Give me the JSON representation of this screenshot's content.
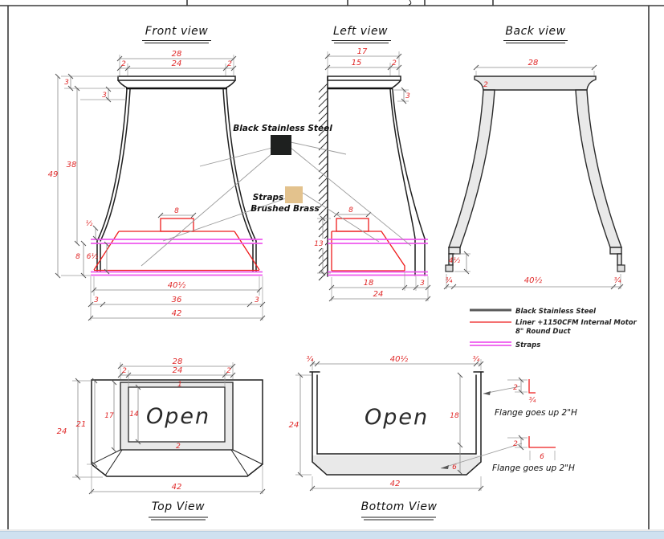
{
  "colors": {
    "steel_swatch": "#1e201f",
    "brass_swatch": "#e3c28d",
    "liner_red": "#ee1c1c",
    "strap_magenta": "#ee58ee",
    "dim_red": "#e02828",
    "gray_fill": "#e9e9e9",
    "taskbar_blue": "#cfe1f0"
  },
  "titles": {
    "front": "Front view",
    "left": "Left view",
    "back": "Back view",
    "top": "Top View",
    "bottom": "Bottom View"
  },
  "materials": {
    "steel": "Black Stainless Steel",
    "straps": "Straps",
    "brass": "Brushed Brass"
  },
  "legend": {
    "steel": "Black Stainless Steel",
    "liner_line1": "Liner +1150CFM Internal Motor",
    "liner_line2": "8\" Round Duct",
    "straps": "Straps"
  },
  "notes": {
    "flange_top": "Flange goes up 2\"H",
    "flange_bottom": "Flange goes up 2\"H"
  },
  "dims": {
    "front": {
      "w_total": "28",
      "w_l": "2",
      "w_c": "24",
      "w_r": "2",
      "crown_h": "3",
      "neck_h": "3",
      "body_h": "38",
      "total_h": "49",
      "strap_t": "½",
      "base_h": "8",
      "base_inner_h": "6½",
      "duct_w": "8",
      "inner_w": "40½",
      "foot_l": "3",
      "mid_w": "36",
      "foot_r": "3",
      "total_w": "42"
    },
    "left": {
      "d_total": "17",
      "d_c": "15",
      "d_r": "2",
      "crown_h": "3",
      "liner_h": "13",
      "duct_w": "8",
      "liner_d": "18",
      "wall_d": "3",
      "total_d": "24"
    },
    "back": {
      "w_total": "28",
      "leg_t": "2",
      "foot_h": "4½",
      "foot_wl": "¾",
      "inner_w": "40½",
      "foot_wr": "¾"
    },
    "top": {
      "crown_w": "28",
      "rim_l": "2",
      "open_w": "24",
      "rim_r": "2",
      "rim_top": "1",
      "total_d": "24",
      "chamfer_d": "21",
      "crown_d": "17",
      "open_d": "14",
      "rim_bottom": "2",
      "total_w": "42",
      "open": "Open"
    },
    "bottom": {
      "flange_l": "¾",
      "inner_w": "40½",
      "flange_r": "¾",
      "total_d": "24",
      "open_d": "18",
      "band_h": "6",
      "total_w": "42",
      "open": "Open",
      "det1_h": "2",
      "det1_w": "¾",
      "det2_h": "2",
      "det2_w": "6"
    }
  }
}
